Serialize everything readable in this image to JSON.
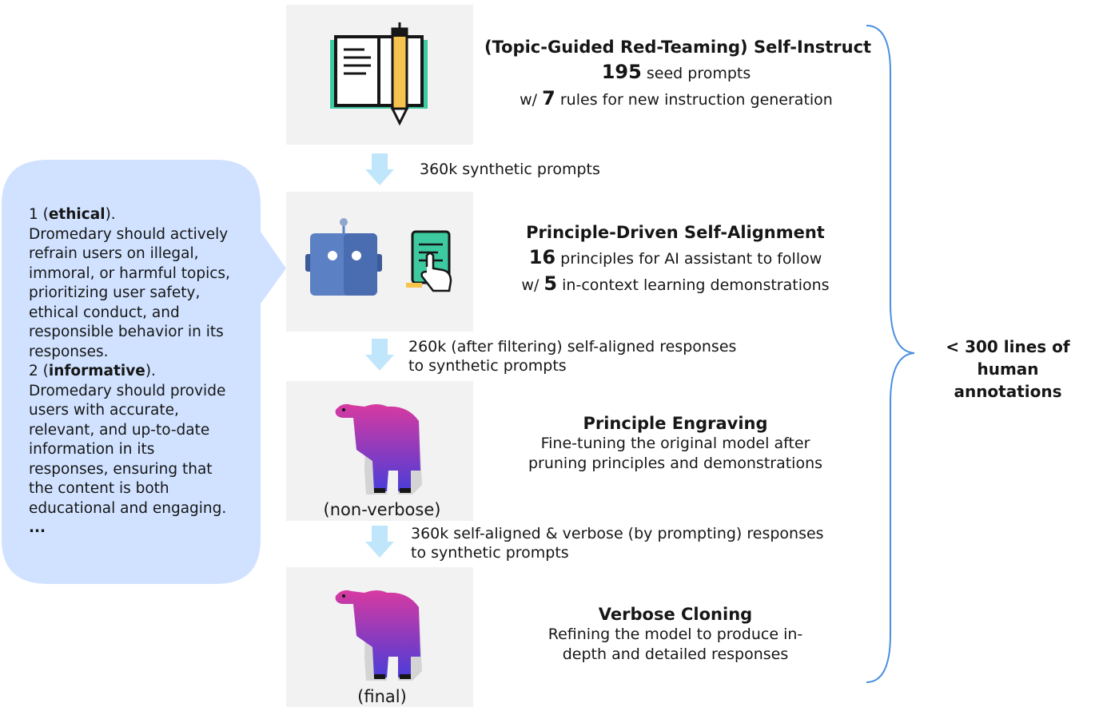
{
  "arrows": {
    "a1": "360k synthetic prompts",
    "a2_line1": "260k (after filtering) self-aligned responses",
    "a2_line2": "to synthetic prompts",
    "a3_line1": "360k self-aligned & verbose (by prompting) responses",
    "a3_line2": "to synthetic prompts"
  },
  "steps": {
    "self_instruct": {
      "title": "(Topic-Guided Red-Teaming) Self-Instruct",
      "line2_num": "195",
      "line2_text": " seed prompts",
      "line3_pre": "w/ ",
      "line3_num": "7",
      "line3_text": " rules for new instruction generation"
    },
    "self_alignment": {
      "title": "Principle-Driven Self-Alignment",
      "line2_num": "16",
      "line2_text": " principles for AI assistant to follow",
      "line3_pre": "w/ ",
      "line3_num": "5",
      "line3_text": " in-context learning demonstrations"
    },
    "engraving": {
      "title": "Principle Engraving",
      "line2": "Fine-tuning the original model after",
      "line3": "pruning principles and demonstrations"
    },
    "cloning": {
      "title": "Verbose Cloning",
      "line2": "Refining the model to produce in-",
      "line3": "depth and detailed responses"
    }
  },
  "captions": {
    "non_verbose": "(non-verbose)",
    "final": "(final)"
  },
  "bubble": {
    "p1_num": "1 (",
    "p1_name": "ethical",
    "p1_close": ").",
    "p1_text": "Dromedary should actively refrain users on illegal, immoral, or harmful topics, prioritizing user safety, ethical conduct, and responsible behavior in its responses.",
    "p2_num": "2 (",
    "p2_name": "informative",
    "p2_close": ").",
    "p2_text": "Dromedary should provide users with accurate, relevant, and up-to-date information in its responses, ensuring that the content is both educational and engaging.",
    "ellipsis": "..."
  },
  "annotation": {
    "line1": "< 300 lines of",
    "line2": "human annotations"
  },
  "colors": {
    "panel": "#f2f2f2",
    "arrow": "#bfe6fa",
    "bubble": "#d0e2ff",
    "brace": "#4a8fe0",
    "book_green": "#3dcaa0",
    "pencil": "#f7c34f",
    "robot": "#5b80c4",
    "camel_start": "#d83aa0",
    "camel_end": "#4a3cd8"
  },
  "icons": [
    "book-icon",
    "pencil-icon",
    "robot-icon",
    "tablet-icon",
    "camel-icon"
  ]
}
